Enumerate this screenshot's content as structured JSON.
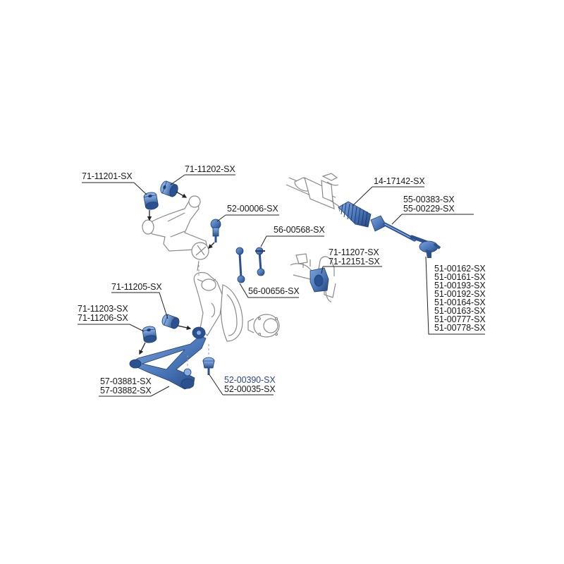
{
  "colors": {
    "part_blue": "#4a76b8",
    "part_blue_dark": "#1f3f73",
    "outline": "#8a8a8a",
    "text": "#1a1a1a",
    "highlight_text": "#2b4a8c"
  },
  "labels": {
    "upper_arm_bushing_left": "71-11201-SX",
    "upper_arm_bushing_right": "71-11202-SX",
    "upper_ball_joint": "52-00006-SX",
    "steering_rack_boot": "14-17142-SX",
    "inner_tie_rod_1": "55-00383-SX",
    "inner_tie_rod_2": "55-00229-SX",
    "sway_link_upper": "56-00568-SX",
    "sway_bar_bushing_1": "71-11207-SX",
    "sway_bar_bushing_2": "71-12151-SX",
    "sway_link_lower": "56-00656-SX",
    "lower_arm_bushing_rear": "71-11205-SX",
    "lower_arm_bushing_front_1": "71-11203-SX",
    "lower_arm_bushing_front_2": "71-11206-SX",
    "lower_ball_joint_1": "52-00390-SX",
    "lower_ball_joint_2": "52-00035-SX",
    "lower_control_arm_1": "57-03881-SX",
    "lower_control_arm_2": "57-03882-SX",
    "tie_rod_ends": [
      "51-00162-SX",
      "51-00161-SX",
      "51-00193-SX",
      "51-00192-SX",
      "51-00164-SX",
      "51-00163-SX",
      "51-00777-SX",
      "51-00778-SX"
    ]
  }
}
